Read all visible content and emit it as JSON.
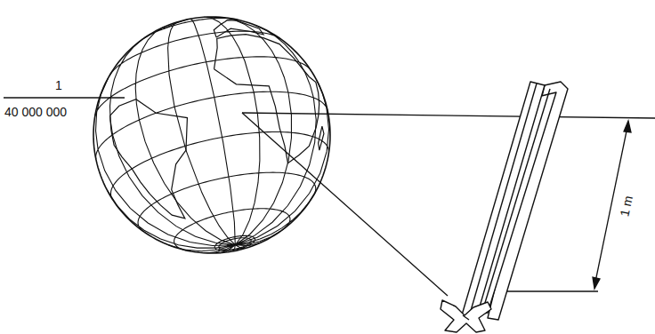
{
  "diagram": {
    "labels": [
      "1",
      "40 000 000",
      "1 m"
    ]
  }
}
